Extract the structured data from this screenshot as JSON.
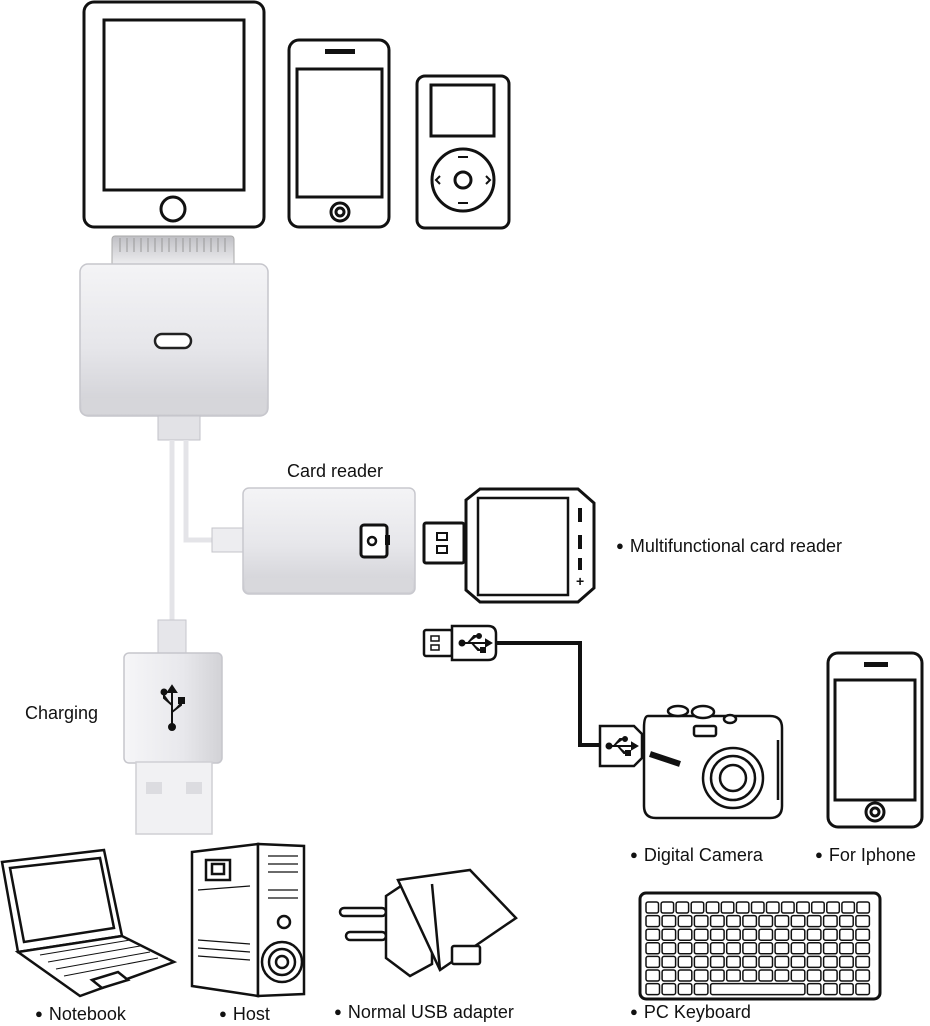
{
  "labels": {
    "card_reader": "Card reader",
    "multifunctional_card_reader": "Multifunctional card reader",
    "charging": "Charging",
    "digital_camera": "Digital Camera",
    "for_iphone": "For Iphone",
    "notebook": "Notebook",
    "host": "Host",
    "usb_adapter": "Normal USB adapter",
    "pc_keyboard": "PC Keyboard"
  },
  "icons": {
    "tablet": "ipad-icon",
    "phone": "iphone-icon",
    "player": "ipod-icon",
    "dock_adapter": "30-pin-adapter-icon",
    "card_reader": "card-reader-icon",
    "multi_reader": "multifunction-reader-icon",
    "usb_plug": "usb-plug-icon",
    "camera": "camera-icon",
    "iphone_right": "iphone-icon",
    "keyboard": "keyboard-icon",
    "notebook": "laptop-icon",
    "host": "desktop-tower-icon",
    "adapter": "wall-adapter-icon"
  }
}
